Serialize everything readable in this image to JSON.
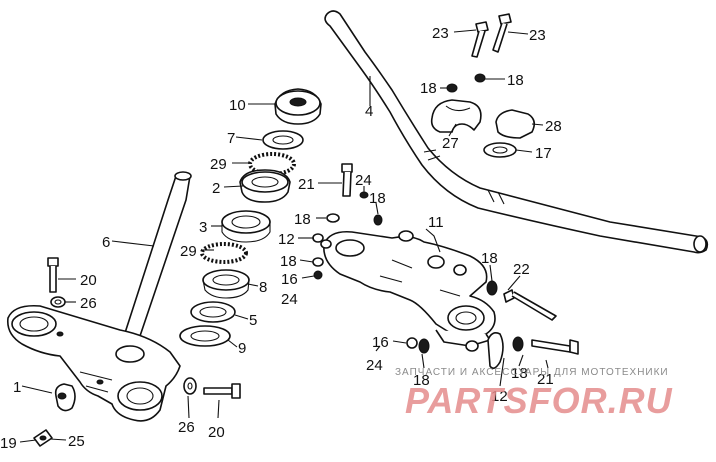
{
  "diagram": {
    "callouts": [
      {
        "id": "c23a",
        "text": "23"
      },
      {
        "id": "c23b",
        "text": "23"
      },
      {
        "id": "c18a",
        "text": "18"
      },
      {
        "id": "c18b",
        "text": "18"
      },
      {
        "id": "c10",
        "text": "10"
      },
      {
        "id": "c4",
        "text": "4"
      },
      {
        "id": "c28",
        "text": "28"
      },
      {
        "id": "c7",
        "text": "7"
      },
      {
        "id": "c27",
        "text": "27"
      },
      {
        "id": "c17",
        "text": "17"
      },
      {
        "id": "c29a",
        "text": "29"
      },
      {
        "id": "c2",
        "text": "2"
      },
      {
        "id": "c21a",
        "text": "21"
      },
      {
        "id": "c24a",
        "text": "24"
      },
      {
        "id": "c18c",
        "text": "18"
      },
      {
        "id": "c18d",
        "text": "18"
      },
      {
        "id": "c11",
        "text": "11"
      },
      {
        "id": "c3",
        "text": "3"
      },
      {
        "id": "c12a",
        "text": "12"
      },
      {
        "id": "c29b",
        "text": "29"
      },
      {
        "id": "c6",
        "text": "6"
      },
      {
        "id": "c18e",
        "text": "18"
      },
      {
        "id": "c18f",
        "text": "18"
      },
      {
        "id": "c22",
        "text": "22"
      },
      {
        "id": "c16a",
        "text": "16"
      },
      {
        "id": "c20a",
        "text": "20"
      },
      {
        "id": "c8",
        "text": "8"
      },
      {
        "id": "c24b",
        "text": "24"
      },
      {
        "id": "c26a",
        "text": "26"
      },
      {
        "id": "c5",
        "text": "5"
      },
      {
        "id": "c9",
        "text": "9"
      },
      {
        "id": "c16b",
        "text": "16"
      },
      {
        "id": "c24c",
        "text": "24"
      },
      {
        "id": "c18g",
        "text": "18"
      },
      {
        "id": "c18h",
        "text": "18"
      },
      {
        "id": "c21b",
        "text": "21"
      },
      {
        "id": "c1",
        "text": "1"
      },
      {
        "id": "c12b",
        "text": "12"
      },
      {
        "id": "c26b",
        "text": "26"
      },
      {
        "id": "c20b",
        "text": "20"
      },
      {
        "id": "c19",
        "text": "19"
      },
      {
        "id": "c25",
        "text": "25"
      }
    ]
  },
  "watermark": {
    "text": "ЗАПЧАСТИ И АКСЕССУАРЫ ДЛЯ МОТОТЕХНИКИ",
    "logo": "PARTSFOR.RU",
    "color": "#e58c8c"
  }
}
